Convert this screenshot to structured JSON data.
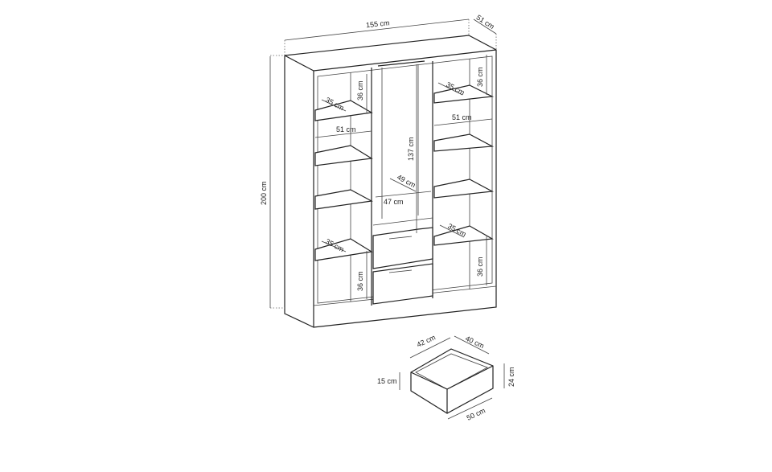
{
  "wardrobe": {
    "width": "155 cm",
    "depth": "51 cm",
    "height": "200 cm",
    "compartment_height_top_left": "36 cm",
    "compartment_height_top_right": "36 cm",
    "compartment_height_bottom_left": "36 cm",
    "compartment_height_bottom_right": "36 cm",
    "shelf_depth_top_left": "35 cm",
    "shelf_depth_top_right": "35 cm",
    "shelf_depth_bottom_left": "35 cm",
    "shelf_depth_bottom_right": "35 cm",
    "inner_width_left": "51 cm",
    "inner_width_right": "51 cm",
    "hanging_height": "137 cm",
    "hanging_depth": "49 cm",
    "hanging_width": "47 cm"
  },
  "drawer": {
    "depth": "42 cm",
    "inner_width": "40 cm",
    "inner_height": "15 cm",
    "front_height": "24 cm",
    "front_width": "50 cm"
  }
}
